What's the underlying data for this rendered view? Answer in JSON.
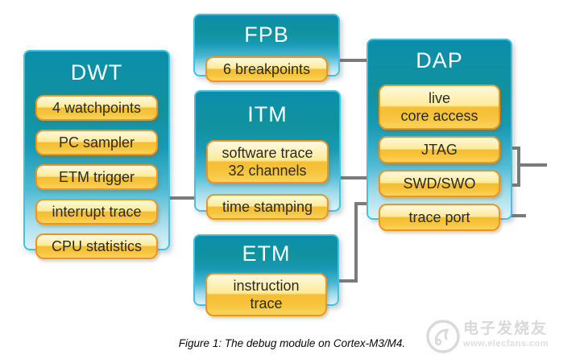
{
  "figure": {
    "caption": "Figure 1: The debug module on Cortex-M3/M4."
  },
  "boxes": {
    "dwt": {
      "title": "DWT",
      "items": [
        "4 watchpoints",
        "PC sampler",
        "ETM trigger",
        "interrupt trace",
        "CPU statistics"
      ]
    },
    "fpb": {
      "title": "FPB",
      "items": [
        "6 breakpoints"
      ]
    },
    "itm": {
      "title": "ITM",
      "items": [
        "software trace\n32 channels",
        "time stamping"
      ]
    },
    "etm": {
      "title": "ETM",
      "items": [
        "instruction\ntrace"
      ]
    },
    "dap": {
      "title": "DAP",
      "items": [
        "live\ncore access",
        "JTAG",
        "SWD/SWO",
        "trace port"
      ]
    }
  },
  "connections": [
    "DWT - ITM",
    "FPB - DAP",
    "ITM - DAP",
    "ETM - DAP",
    "JTAG/SWD-SWO - external",
    "trace port - external"
  ],
  "colors": {
    "box_teal_top": "#0c8eab",
    "box_teal_bottom": "#dcf2f8",
    "box_border": "#3fc3e0",
    "pill_border": "#ef9421",
    "pill_gold": "#f5bd33",
    "pill_light": "#fdf9e3",
    "connector_gray": "#7b7b7b",
    "title_text": "#ffffff",
    "pill_text": "#2d2a26"
  },
  "watermark": {
    "site_name": "电子发烧友",
    "site_url": "www.elecfans.com"
  }
}
